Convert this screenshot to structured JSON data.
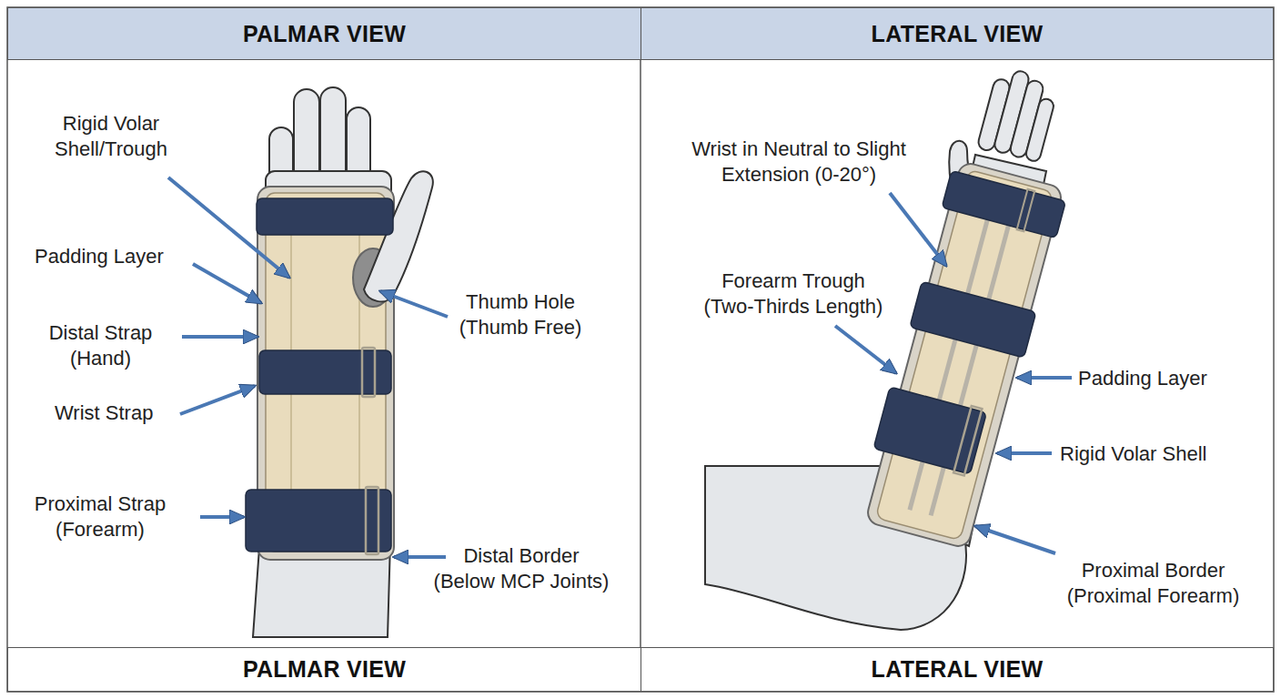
{
  "diagram": {
    "nodes": [
      {
        "text": [
          "PALMAR VIEW"
        ]
      },
      {
        "text": [
          "LATERAL VIEW"
        ]
      },
      {
        "text": [
          "PALMAR VIEW"
        ]
      },
      {
        "text": [
          "LATERAL VIEW"
        ]
      }
    ],
    "labels": [
      "Rigid Volar Shell/Trough",
      "Padding Layer",
      "Distal Strap (Hand)",
      "Wrist Strap",
      "Proximal Strap (Forearm)",
      "Thumb Hole (Thumb Free)",
      "Distal Border (Below MCP Joints)",
      "Wrist in Neutral to Slight Extension (0-20°)",
      "Forearm Trough (Two-Thirds Length)",
      "Padding Layer",
      "Rigid Volar Shell",
      "Proximal Border (Proximal Forearm)"
    ]
  }
}
